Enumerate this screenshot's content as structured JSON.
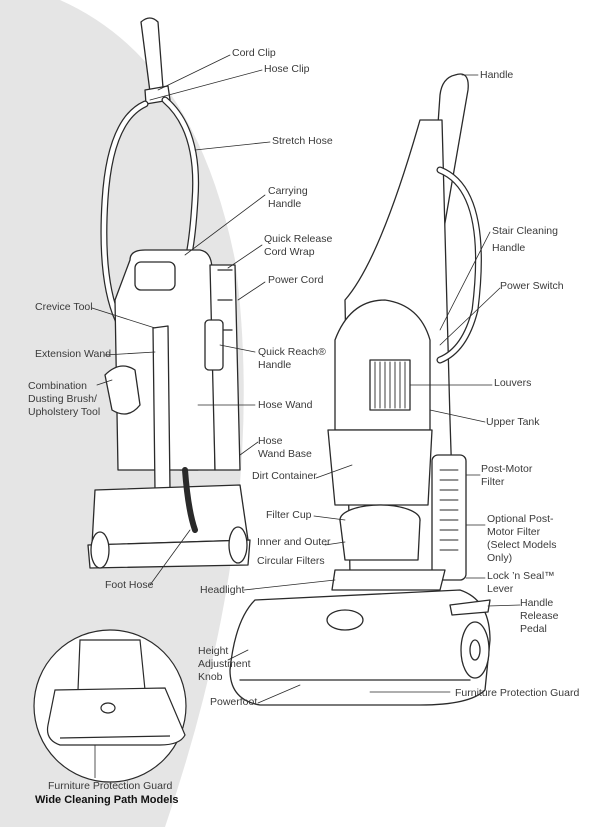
{
  "labels": {
    "cord_clip": "Cord Clip",
    "hose_clip": "Hose Clip",
    "stretch_hose": "Stretch Hose",
    "carrying_handle": "Carrying\nHandle",
    "quick_release_cord_wrap": "Quick Release\nCord Wrap",
    "power_cord": "Power Cord",
    "crevice_tool": "Crevice Tool",
    "extension_wand": "Extension Wand",
    "combination_tool": "Combination\nDusting Brush/\nUpholstery Tool",
    "quick_reach_handle": "Quick Reach®\nHandle",
    "hose_wand": "Hose Wand",
    "hose_wand_base": "Hose\nWand Base",
    "foot_hose": "Foot Hose",
    "handle": "Handle",
    "stair_cleaning_handle": "Stair Cleaning\nHandle",
    "power_switch": "Power Switch",
    "louvers": "Louvers",
    "upper_tank": "Upper Tank",
    "dirt_container": "Dirt Container",
    "post_motor_filter": "Post-Motor\nFilter",
    "filter_cup": "Filter Cup",
    "inner_outer_filters": "Inner and Outer\nCircular Filters",
    "optional_filter": "Optional Post-\nMotor Filter\n(Select Models\nOnly)",
    "lock_n_seal": "Lock ’n Seal™\nLever",
    "headlight": "Headlight",
    "handle_release_pedal": "Handle\nRelease\nPedal",
    "height_adjustment_knob": "Height\nAdjustment\nKnob",
    "powerfoot": "Powerfoot",
    "furniture_protection_guard": "Furniture Protection Guard",
    "inset_guard": "Furniture Protection Guard",
    "inset_caption": "Wide Cleaning Path Models"
  },
  "colors": {
    "line": "#2a2a2a",
    "label_text": "#3a3a3a",
    "background_swoosh": "#e4e4e4",
    "inset_circle": "#ffffff"
  }
}
